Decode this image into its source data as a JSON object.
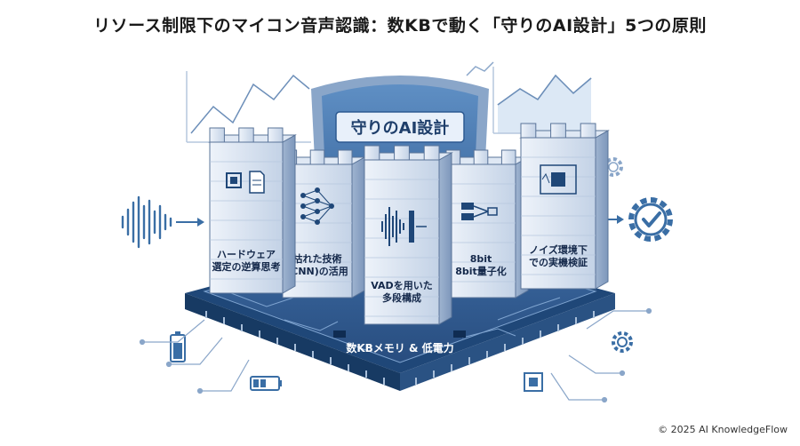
{
  "title": "リソース制限下のマイコン音声認識：数KBで動く「守りのAI設計」5つの原則",
  "shield_label": "守りのAI設計",
  "towers": [
    {
      "label_line1": "ハードウェア",
      "label_line2": "選定の逆算思考",
      "icon": "chip-document-icon"
    },
    {
      "label_line1": "枯れた技術",
      "label_line2": "(CNN)の活用",
      "icon": "neural-network-icon"
    },
    {
      "label_line1": "VADを用いた",
      "label_line2": "多段構成",
      "icon": "waveform-filter-icon"
    },
    {
      "label_line1": "8bit",
      "label_line2": "8bit量子化",
      "icon": "quantization-icon"
    },
    {
      "label_line1": "ノイズ環境下",
      "label_line2": "での実機検証",
      "icon": "noisy-chip-icon"
    }
  ],
  "base_label": "数KBメモリ & 低電力",
  "copyright": "© 2025 AI KnowledgeFlow",
  "colors": {
    "primary": "#3a6ea5",
    "dark": "#1f4778",
    "light": "#dce8f5",
    "stone": "#c9d6e6"
  }
}
